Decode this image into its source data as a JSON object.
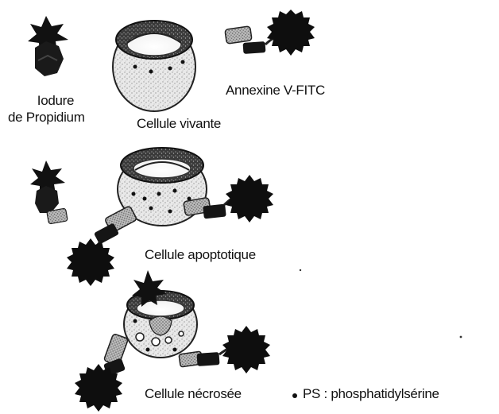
{
  "legend": {
    "propidium_iodide_line1": "Iodure",
    "propidium_iodide_line2": "de Propidium",
    "annexin": "Annexine V-FITC"
  },
  "cells": {
    "living": "Cellule vivante",
    "apoptotic": "Cellule apoptotique",
    "necrotic": "Cellule nécrosée"
  },
  "footnote": {
    "bullet": "•",
    "text": "PS : phosphatidylsérine"
  }
}
